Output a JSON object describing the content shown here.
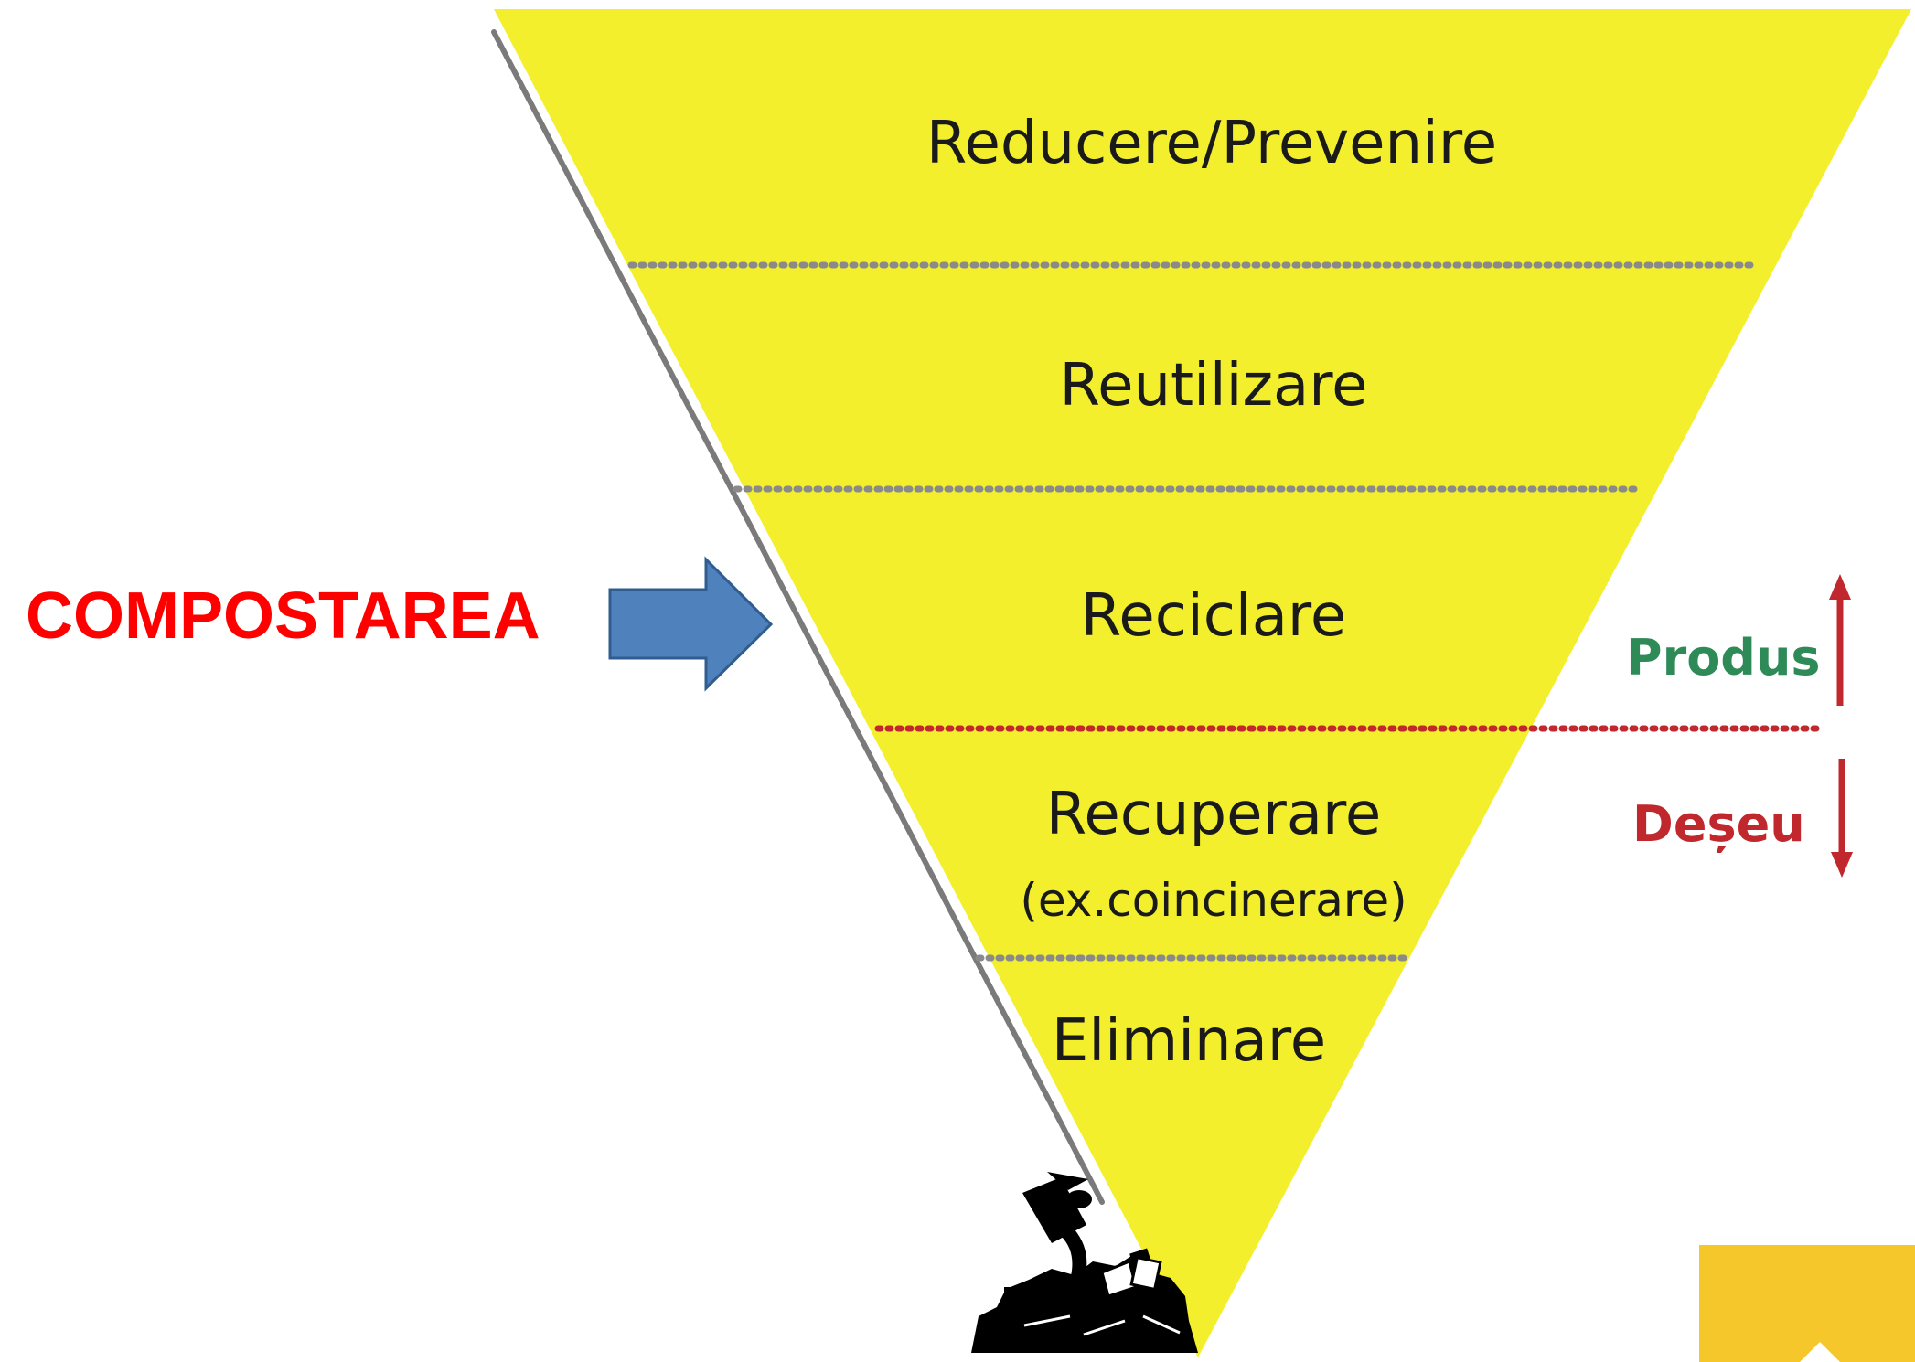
{
  "levels": [
    {
      "label": "Reducere/Prevenire"
    },
    {
      "label": "Reutilizare"
    },
    {
      "label": "Reciclare"
    },
    {
      "label": "Recuperare",
      "sublabel": "(ex.coincinerare)"
    },
    {
      "label": "Eliminare"
    }
  ],
  "side_label": "COMPOSTAREA",
  "flow": {
    "up_label": "Produs",
    "down_label": "Deșeu"
  },
  "colors": {
    "pyramid": "#f3ef2c",
    "side_label": "#ff0000",
    "arrow": "#4f81bd",
    "produs": "#2e8b57",
    "deseu": "#c0282d",
    "divider": "#8a8a8a",
    "divider_key": "#c0282d",
    "corner_badge": "#f5c72a"
  },
  "icons": {
    "waste_pile": "trash-heap-icon",
    "corner": "chevron-up-icon"
  }
}
